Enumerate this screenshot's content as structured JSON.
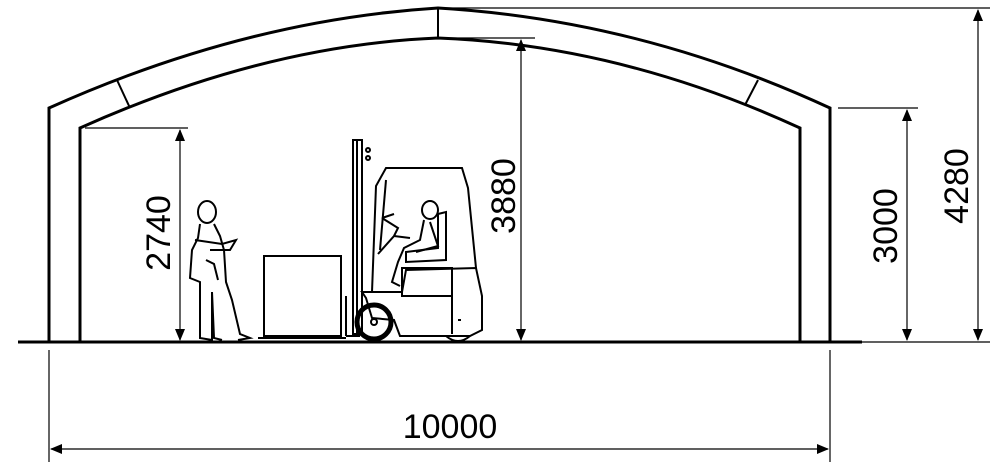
{
  "dimensions": {
    "width": "10000",
    "total_height": "4280",
    "eave_height": "3000",
    "clear_height": "3880",
    "person_height": "2740"
  },
  "colors": {
    "line": "#000000",
    "background": "#ffffff"
  }
}
